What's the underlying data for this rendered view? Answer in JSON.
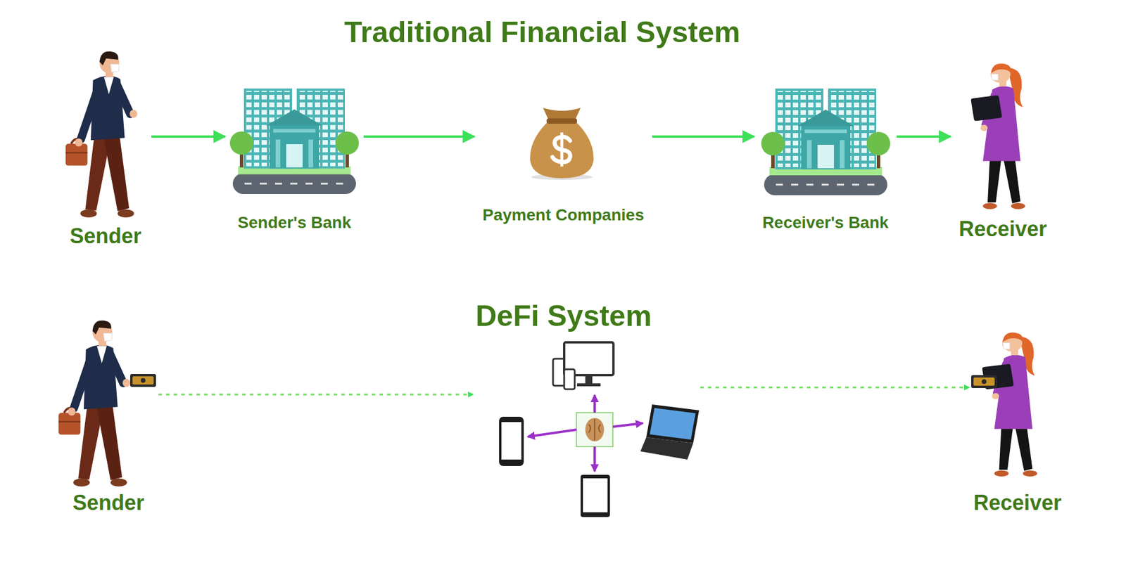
{
  "diagram": {
    "title": "Traditional Financial System",
    "nodes": [
      {
        "text": [
          "Sender"
        ]
      },
      {
        "text": [
          "Sender's Bank"
        ]
      },
      {
        "text": [
          "Payment Companies"
        ]
      },
      {
        "text": [
          "Receiver's Bank"
        ]
      },
      {
        "text": [
          "Receiver"
        ]
      },
      {
        "text": [
          "Sender"
        ]
      },
      {
        "text": [
          "Receiver"
        ]
      }
    ],
    "edges": [
      {
        "from": 0,
        "to": 1,
        "arrow": "to"
      },
      {
        "from": 1,
        "to": 2,
        "arrow": "to"
      },
      {
        "from": 2,
        "to": 3,
        "arrow": "to"
      },
      {
        "from": 3,
        "to": 4,
        "arrow": "to"
      }
    ],
    "labels": [
      "DeFi System"
    ]
  }
}
